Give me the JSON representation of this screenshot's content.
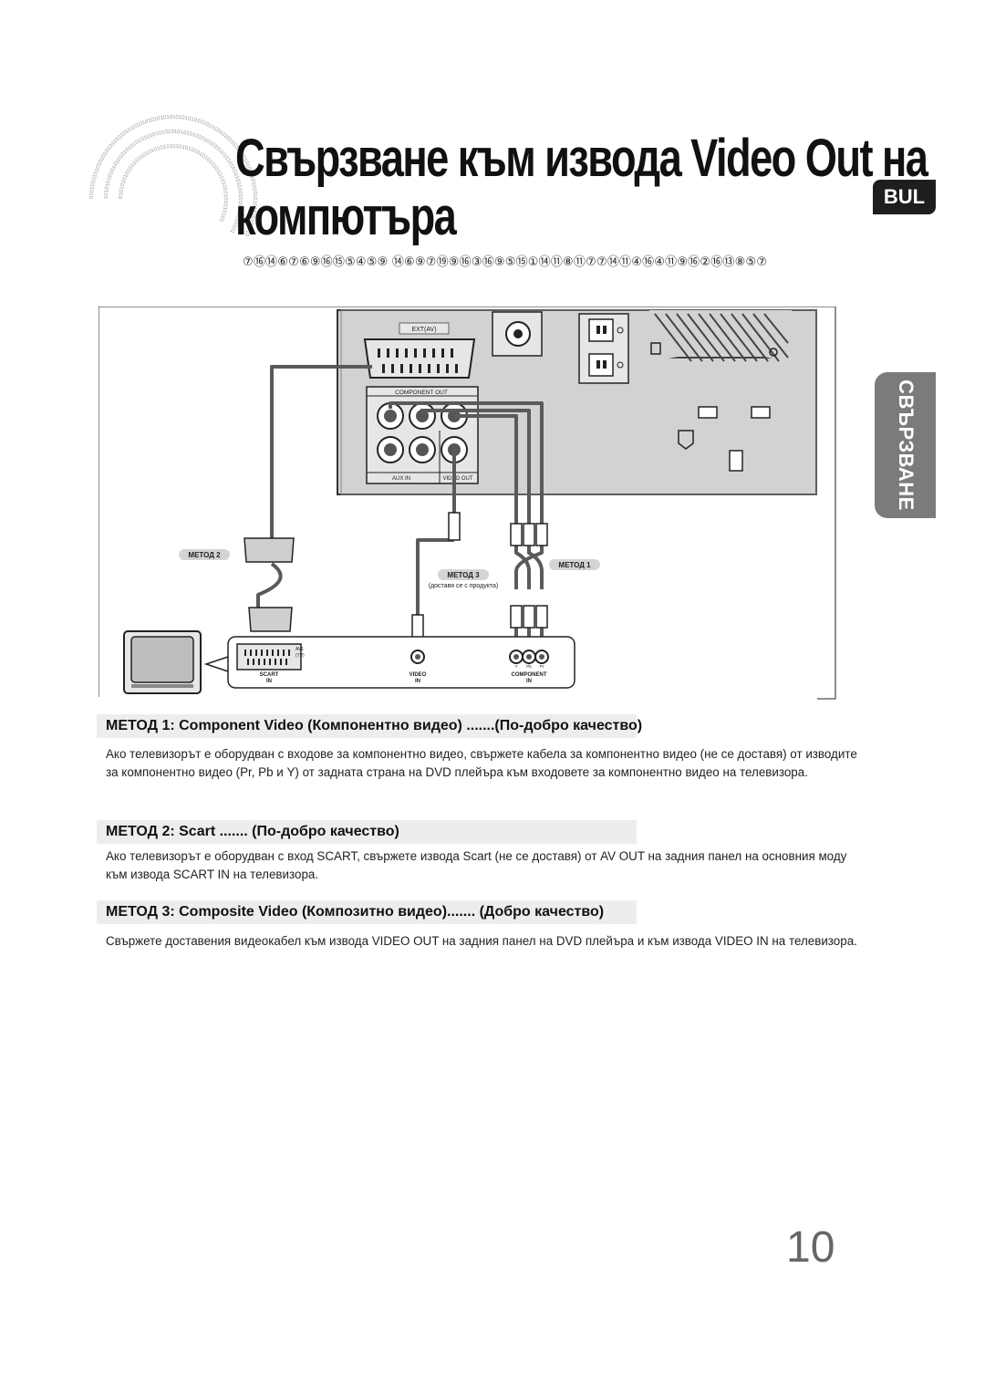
{
  "header": {
    "title_line1": "Свързване към извода Video Out на",
    "title_line2": "компютъра",
    "language_badge": "BUL",
    "garbled_subtitle": "⑦⑯⑭⑥⑦⑥⑨⑯⑮⑤④⑤⑨ ⑭⑥⑨⑦⑲⑨⑯③⑯⑨⑤⑮①⑭⑪⑧⑪⑦⑦⑭⑪④⑯④⑪⑨⑯②⑯⑬⑧⑤⑦"
  },
  "section_tab": "СВЪРЗВАНЕ",
  "diagram": {
    "ext_av_label": "EXT(AV)",
    "component_out_label": "COMPONENT OUT",
    "aux_in_label": "AUX IN",
    "video_out_label": "VIDEO OUT",
    "method1_tag": "МЕТОД 1",
    "method2_tag": "МЕТОД 2",
    "method3_tag": "МЕТОД 3",
    "method3_note": "(доставя се с продукта)",
    "scart_in_label": "SCART",
    "scart_in_label2": "IN",
    "video_in_label": "VIDEO",
    "video_in_label2": "IN",
    "component_in_label": "COMPONENT",
    "component_in_label2": "IN",
    "av1_label": "AV1",
    "av1_sub": "(TV)",
    "y_label": "Y",
    "pb_label": "Pb",
    "pr_label": "Pr"
  },
  "methods": [
    {
      "heading": "МЕТОД 1: Component Video  (Компонентно видео) .......(По-добро качество)",
      "text": "Ако телевизорът е оборудван с входове за компонентно видео, свържете кабела за компонентно видео (не се доставя) от изводите за компонентно видео (Pr, Pb и Y) от задната страна на DVD плейъра към входовете за компонентно видео на телевизора."
    },
    {
      "heading": "МЕТОД 2: Scart ....... (По-добро качество)",
      "text": "Ако телевизорът е оборудван с вход SCART, свържете извода Scart (не се доставя) от AV OUT на задния панел на основния моду към извода SCART IN на телевизора."
    },
    {
      "heading": "МЕТОД 3:  Composite Video (Композитно видео)....... (Добро качество)",
      "text": "Свържете доставения видеокабел към извода VIDEO OUT на задния панел на DVD плейъра и към извода VIDEO IN на телевизора."
    }
  ],
  "page_number": "10",
  "colors": {
    "panel": "#cfcfcf",
    "cable": "#5a5a5a",
    "badge": "#1e1e1e",
    "tab": "#7b7b7b"
  }
}
